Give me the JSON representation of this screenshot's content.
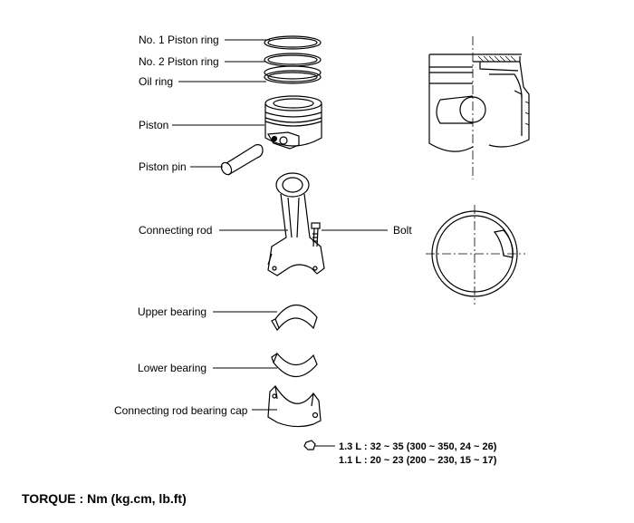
{
  "labels": {
    "ring1": "No. 1 Piston ring",
    "ring2": "No. 2 Piston ring",
    "oil_ring": "Oil ring",
    "piston": "Piston",
    "piston_pin": "Piston pin",
    "connecting_rod": "Connecting rod",
    "bolt": "Bolt",
    "upper_bearing": "Upper bearing",
    "lower_bearing": "Lower bearing",
    "bearing_cap": "Connecting rod bearing cap"
  },
  "torque_specs": [
    "1.3 L : 32 ~ 35 (300 ~ 350, 24 ~ 26)",
    "1.1 L : 20 ~ 23 (200 ~ 230, 15 ~ 17)"
  ],
  "torque_unit": "TORQUE : Nm (kg.cm, lb.ft)"
}
